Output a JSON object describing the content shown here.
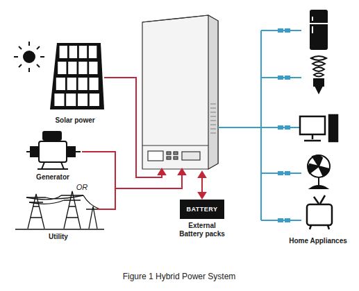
{
  "diagram": {
    "caption": "Figure 1 Hybrid Power System",
    "nodes": [
      {
        "text": [
          "BATTERY",
          "External Battery packs"
        ]
      }
    ],
    "labels": [
      "Solar power",
      "Generator",
      "OR",
      "Utility",
      "Home Appliances"
    ]
  }
}
